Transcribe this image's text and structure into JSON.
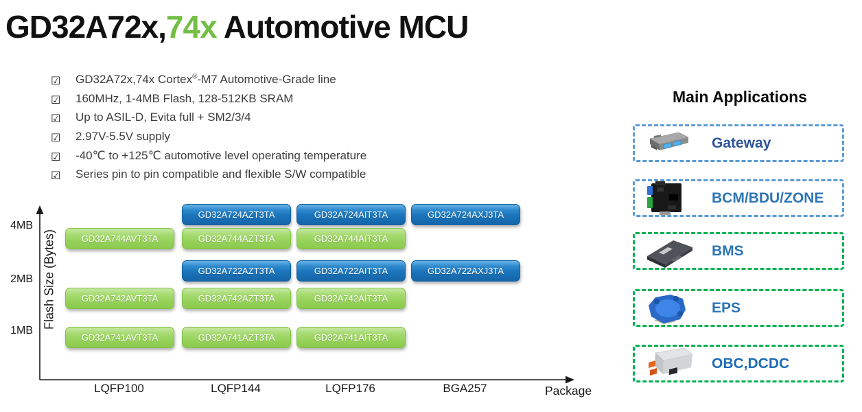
{
  "title": {
    "black1": "GD32A72x,",
    "green": "74x",
    "black2": " Automotive MCU"
  },
  "features": {
    "bullet_icon": "☑",
    "items": [
      "GD32A72x,74x Cortex®-M7 Automotive-Grade line",
      "160MHz, 1-4MB Flash, 128-512KB SRAM",
      "Up to ASIL-D, Evita full + SM2/3/4",
      "2.97V-5.5V supply",
      "-40℃ to +125℃ automotive level operating temperature",
      "Series pin to pin compatible and flexible S/W compatible"
    ]
  },
  "chart_data": {
    "type": "scatter",
    "title": "",
    "xlabel": "Package",
    "ylabel": "Flash Size (Bytes)",
    "x_categories": [
      "LQFP100",
      "LQFP144",
      "LQFP176",
      "BGA257"
    ],
    "y_tick_labels": [
      "4MB",
      "2MB",
      "1MB"
    ],
    "legend": "off",
    "colors": {
      "gd32a72x_series": "#1B74BA",
      "gd32a74x_series": "#97D35C"
    },
    "rows": [
      {
        "flash": "4MB",
        "color": "blue",
        "parts": [
          {
            "label": "GD32A724AZT3TA",
            "package": "LQFP144",
            "col": 1
          },
          {
            "label": "GD32A724AIT3TA",
            "package": "LQFP176",
            "col": 2
          },
          {
            "label": "GD32A724AXJ3TA",
            "package": "BGA257",
            "col": 3
          }
        ]
      },
      {
        "flash": "4MB",
        "color": "green",
        "parts": [
          {
            "label": "GD32A744AVT3TA",
            "package": "LQFP100",
            "col": 0
          },
          {
            "label": "GD32A744AZT3TA",
            "package": "LQFP144",
            "col": 1
          },
          {
            "label": "GD32A744AIT3TA",
            "package": "LQFP176",
            "col": 2
          }
        ]
      },
      {
        "flash": "2MB",
        "color": "blue",
        "parts": [
          {
            "label": "GD32A722AZT3TA",
            "package": "LQFP144",
            "col": 1
          },
          {
            "label": "GD32A722AIT3TA",
            "package": "LQFP176",
            "col": 2
          },
          {
            "label": "GD32A722AXJ3TA",
            "package": "BGA257",
            "col": 3
          }
        ]
      },
      {
        "flash": "2MB",
        "color": "green",
        "parts": [
          {
            "label": "GD32A742AVT3TA",
            "package": "LQFP100",
            "col": 0
          },
          {
            "label": "GD32A742AZT3TA",
            "package": "LQFP144",
            "col": 1
          },
          {
            "label": "GD32A742AIT3TA",
            "package": "LQFP176",
            "col": 2
          }
        ]
      },
      {
        "flash": "1MB",
        "color": "green",
        "parts": [
          {
            "label": "GD32A741AVT3TA",
            "package": "LQFP100",
            "col": 0
          },
          {
            "label": "GD32A741AZT3TA",
            "package": "LQFP144",
            "col": 1
          },
          {
            "label": "GD32A741AIT3TA",
            "package": "LQFP176",
            "col": 2
          }
        ]
      }
    ]
  },
  "applications": {
    "title": "Main Applications",
    "items": [
      {
        "label": "Gateway",
        "border_color": "#5B9BD5",
        "label_color": "#2F5597",
        "icon": "gateway-device-image"
      },
      {
        "label": "BCM/BDU/ZONE",
        "border_color": "#5B9BD5",
        "label_color": "#2E75B6",
        "icon": "bcm-device-image"
      },
      {
        "label": "BMS",
        "border_color": "#00B050",
        "label_color": "#2E75B6",
        "icon": "bms-device-image"
      },
      {
        "label": "EPS",
        "border_color": "#00B050",
        "label_color": "#2E75B6",
        "icon": "eps-device-image"
      },
      {
        "label": "OBC,DCDC",
        "border_color": "#00B050",
        "label_color": "#1E6CB5",
        "icon": "obc-device-image"
      }
    ]
  }
}
